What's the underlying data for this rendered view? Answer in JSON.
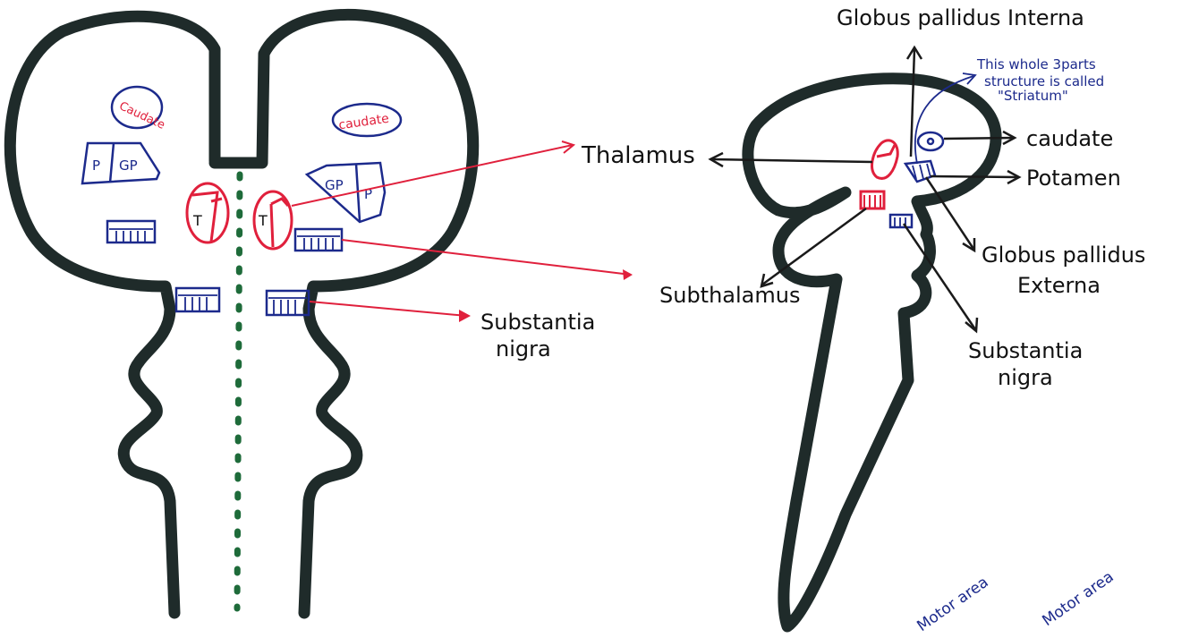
{
  "colors": {
    "outline": "#1f2b2a",
    "red": "#e0203c",
    "blue": "#1c2a8c",
    "midline": "#1e6b3a",
    "text": "#111111"
  },
  "coronal_view": {
    "caudate_left": "Caudate",
    "caudate_right": "caudate",
    "p_left": "P",
    "gp_left": "GP",
    "gp_right": "GP",
    "p_right": "P",
    "thalamus_left": "T",
    "thalamus_right": "T",
    "label_thalamus": "Thalamus",
    "label_substantia_nigra_line1": "Substantia",
    "label_substantia_nigra_line2": "nigra"
  },
  "sagittal_view": {
    "label_gpi": "Globus pallidus  Interna",
    "note_line1": "This whole 3parts",
    "note_line2": "structure is called",
    "note_line3": "\"Striatum\"",
    "label_caudate": "caudate",
    "label_potamen": "Potamen",
    "label_gpe_line1": "Globus pallidus",
    "label_gpe_line2": "Externa",
    "label_subthalamus": "Subthalamus",
    "label_sn_line1": "Substantia",
    "label_sn_line2": "nigra",
    "motor_area_1": "Motor area",
    "motor_area_2": "Motor area"
  }
}
